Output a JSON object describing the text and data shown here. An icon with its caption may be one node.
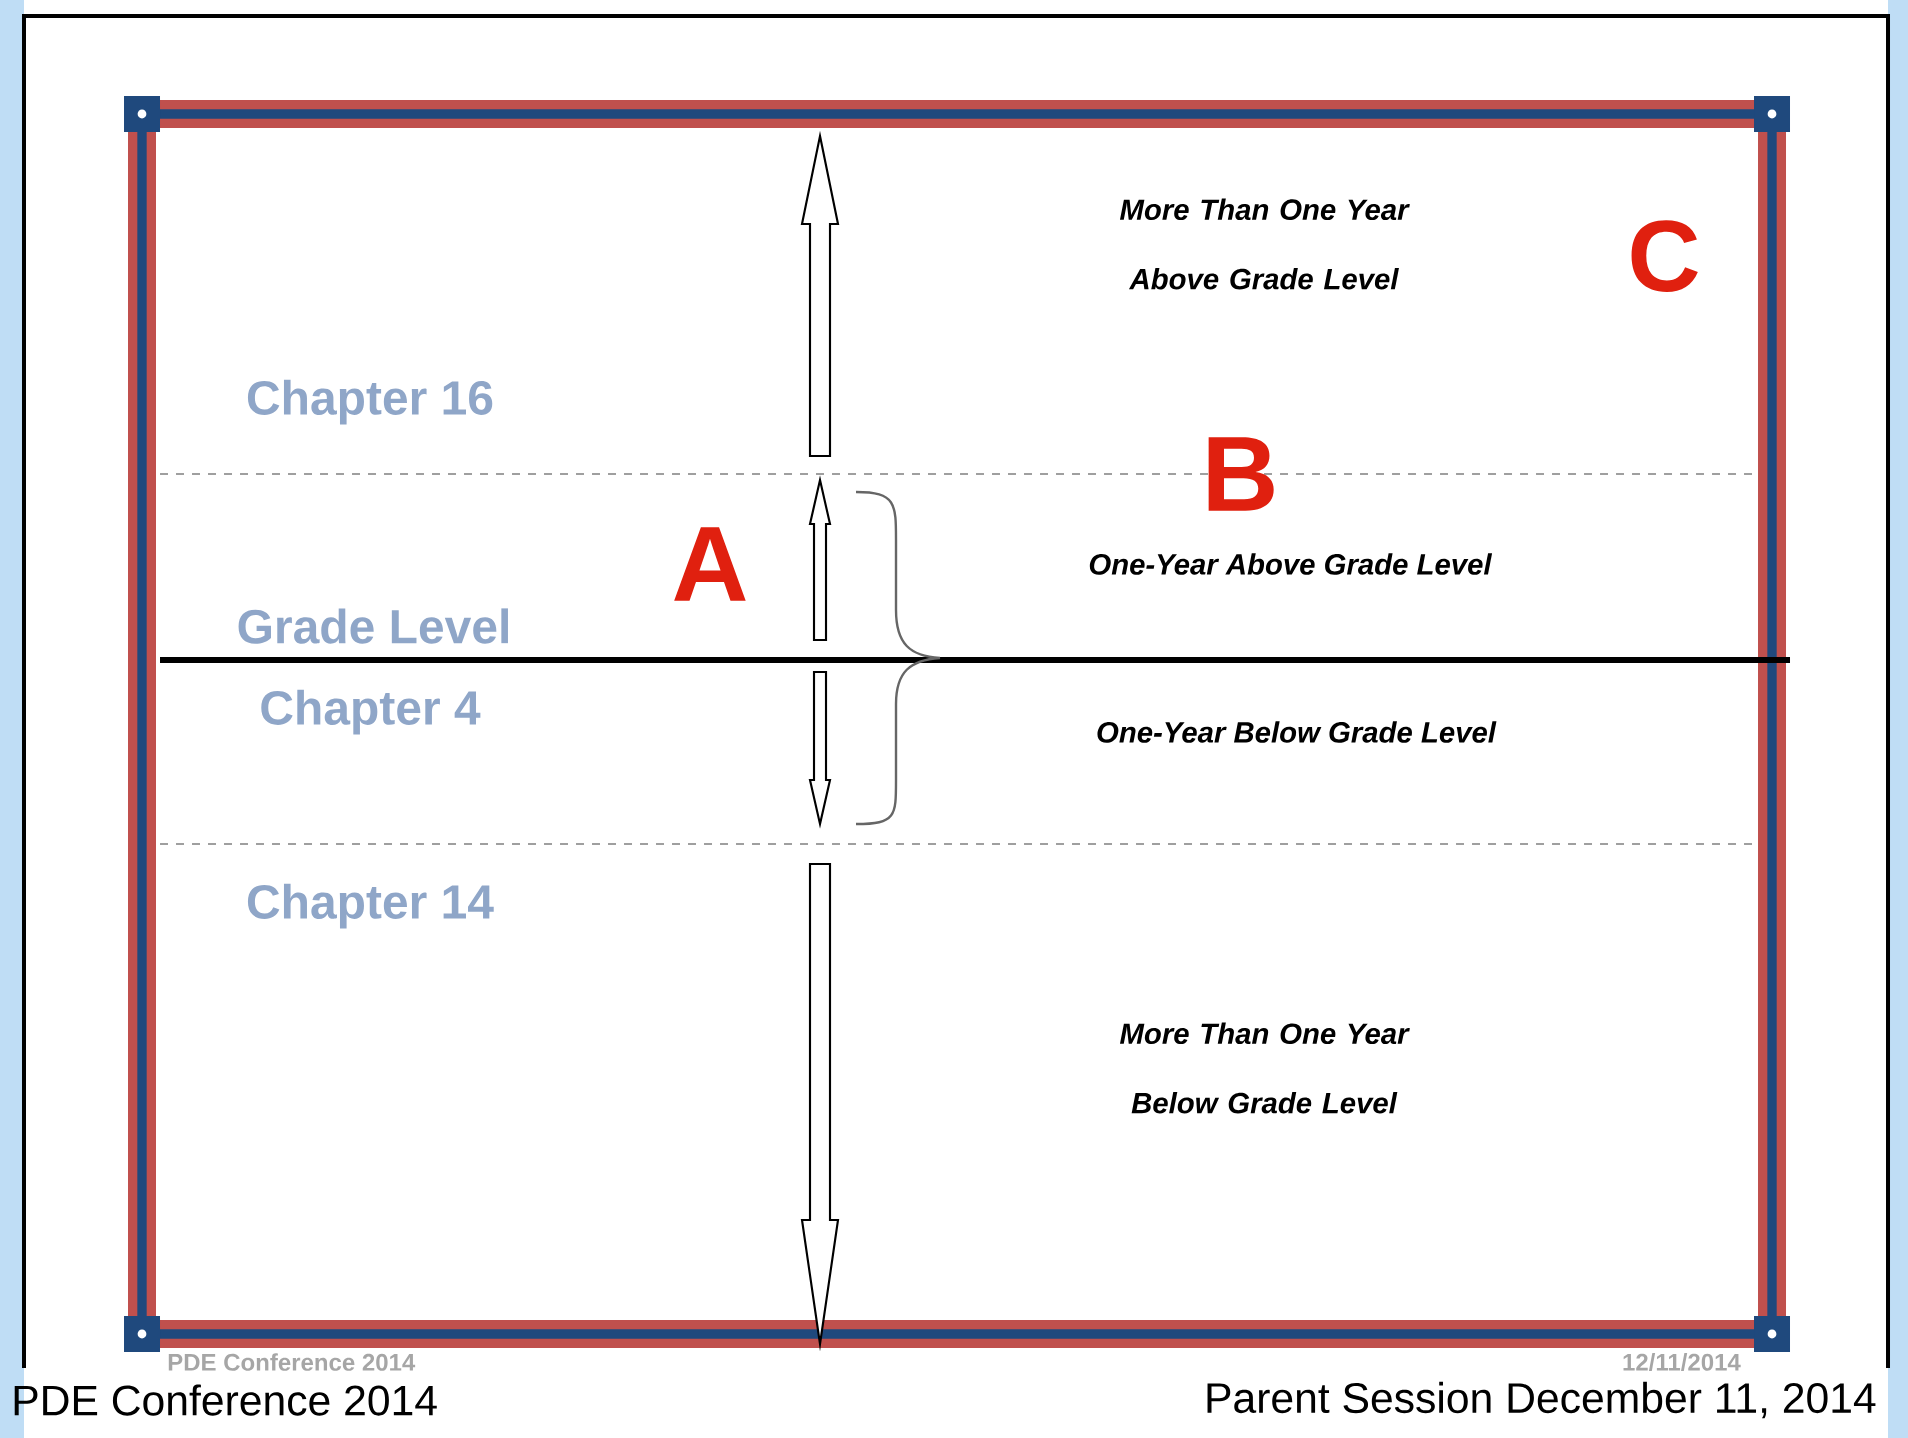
{
  "diagram": {
    "labels": [
      "More Than One Year Above Grade Level",
      "C",
      "Chapter 16",
      "B",
      "A",
      "One-Year Above Grade Level",
      "Grade Level",
      "Chapter 4",
      "One-Year Below Grade Level",
      "Chapter 14",
      "More Than One Year Below Grade Level",
      "PDE Conference 2014",
      "12/11/2014",
      "PDE Conference 2014",
      "Parent Session December 11, 2014"
    ]
  }
}
